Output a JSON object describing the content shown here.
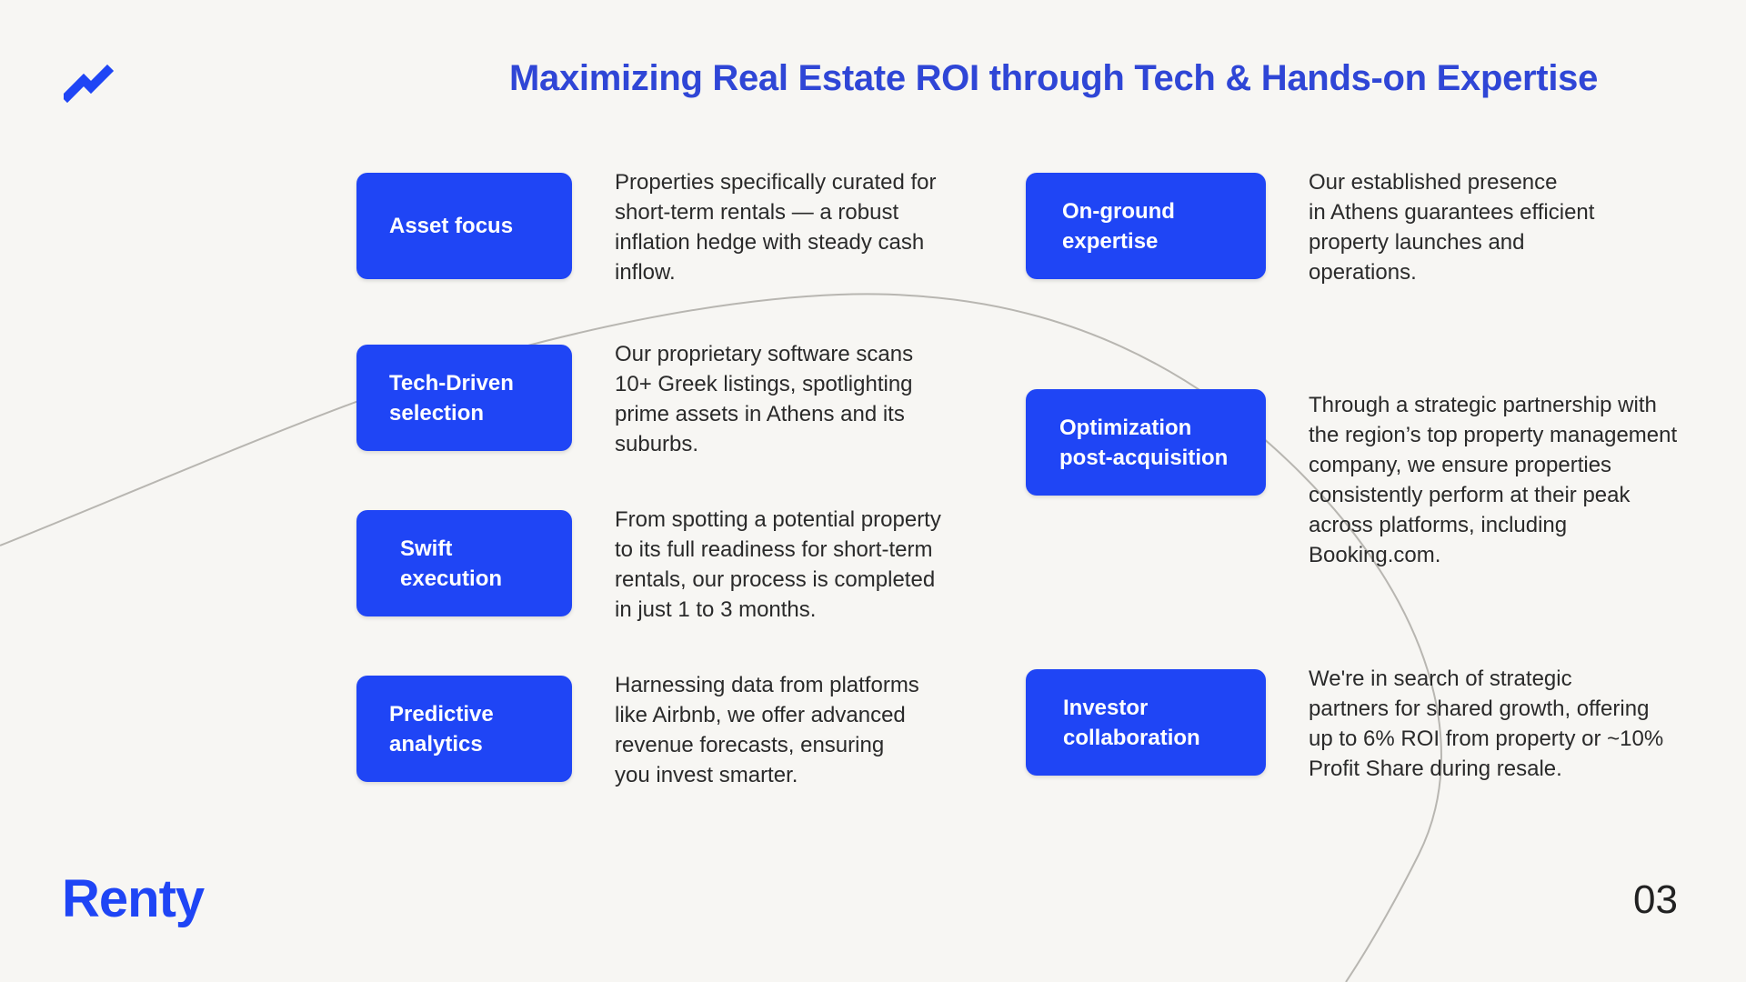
{
  "slide": {
    "title": "Maximizing Real Estate ROI through Tech & Hands-on Expertise",
    "brand": "Renty",
    "page_number": "03",
    "accent_color": "#1f45f5",
    "logo_icon": "trend-up-zigzag-icon"
  },
  "left_items": [
    {
      "label": "Asset focus",
      "description": "Properties specifically curated for\nshort-term rentals — a robust\ninflation hedge with steady cash\ninflow."
    },
    {
      "label": "Tech-Driven\nselection",
      "description": "Our proprietary software scans\n10+ Greek listings, spotlighting\nprime assets in Athens and its\nsuburbs."
    },
    {
      "label": "Swift\nexecution",
      "description": "From spotting a potential property\nto its full readiness for short-term\nrentals, our process is completed\nin just 1 to 3 months."
    },
    {
      "label": "Predictive\nanalytics",
      "description": "Harnessing data from platforms\nlike Airbnb, we offer advanced\nrevenue forecasts, ensuring\nyou invest smarter."
    }
  ],
  "right_items": [
    {
      "label": "On-ground\nexpertise",
      "description": "Our established presence\nin Athens guarantees efficient\nproperty launches and\noperations."
    },
    {
      "label": "Optimization\npost-acquisition",
      "description": "Through a strategic partnership with\nthe region’s top property management\ncompany, we ensure properties\nconsistently perform at their peak\nacross platforms, including\nBooking.com."
    },
    {
      "label": "Investor\ncollaboration",
      "description": "We're in search of strategic\npartners for shared growth, offering\nup to 6% ROI from property or ~10%\nProfit Share during resale."
    }
  ]
}
